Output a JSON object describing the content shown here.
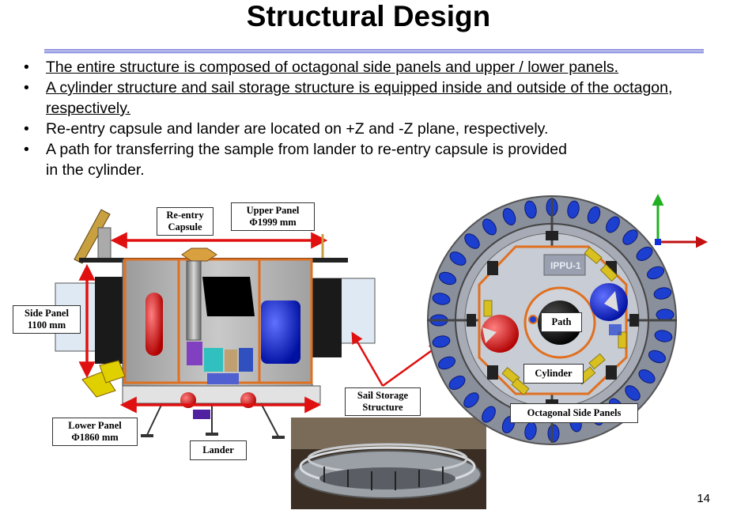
{
  "title": "Structural Design",
  "bullets": [
    {
      "text": "The entire structure is composed of octagonal side panels and upper / lower panels.",
      "underline": true
    },
    {
      "text": "A cylinder structure and sail storage structure is equipped inside and outside of the octagon, respectively.",
      "underline": true
    },
    {
      "text": "Re-entry capsule and lander are located on +Z and -Z plane, respectively.",
      "underline": false
    },
    {
      "text": "A path for transferring the sample from lander to re-entry capsule is provided in the cylinder.",
      "underline": false
    }
  ],
  "labels": {
    "reentry_line1": "Re-entry",
    "reentry_line2": "Capsule",
    "upper_line1": "Upper Panel",
    "upper_line2": "Φ1999 mm",
    "side_line1": "Side Panel",
    "side_line2": "1100 mm",
    "lower_line1": "Lower Panel",
    "lower_line2": "Φ1860 mm",
    "lander": "Lander",
    "sail_line1": "Sail Storage",
    "sail_line2": "Structure",
    "path": "Path",
    "cylinder": "Cylinder",
    "octagonal": "Octagonal Side Panels",
    "ppu": "IPPU-1"
  },
  "page_number": "14",
  "colors": {
    "arrow": "#e01010",
    "orange_outline": "#e07020",
    "disk_blue": "#1d3fd0",
    "disk_gray": "#8a8f9c",
    "axis_green": "#20b020",
    "axis_blue": "#1030e0",
    "axis_red": "#c01010"
  }
}
